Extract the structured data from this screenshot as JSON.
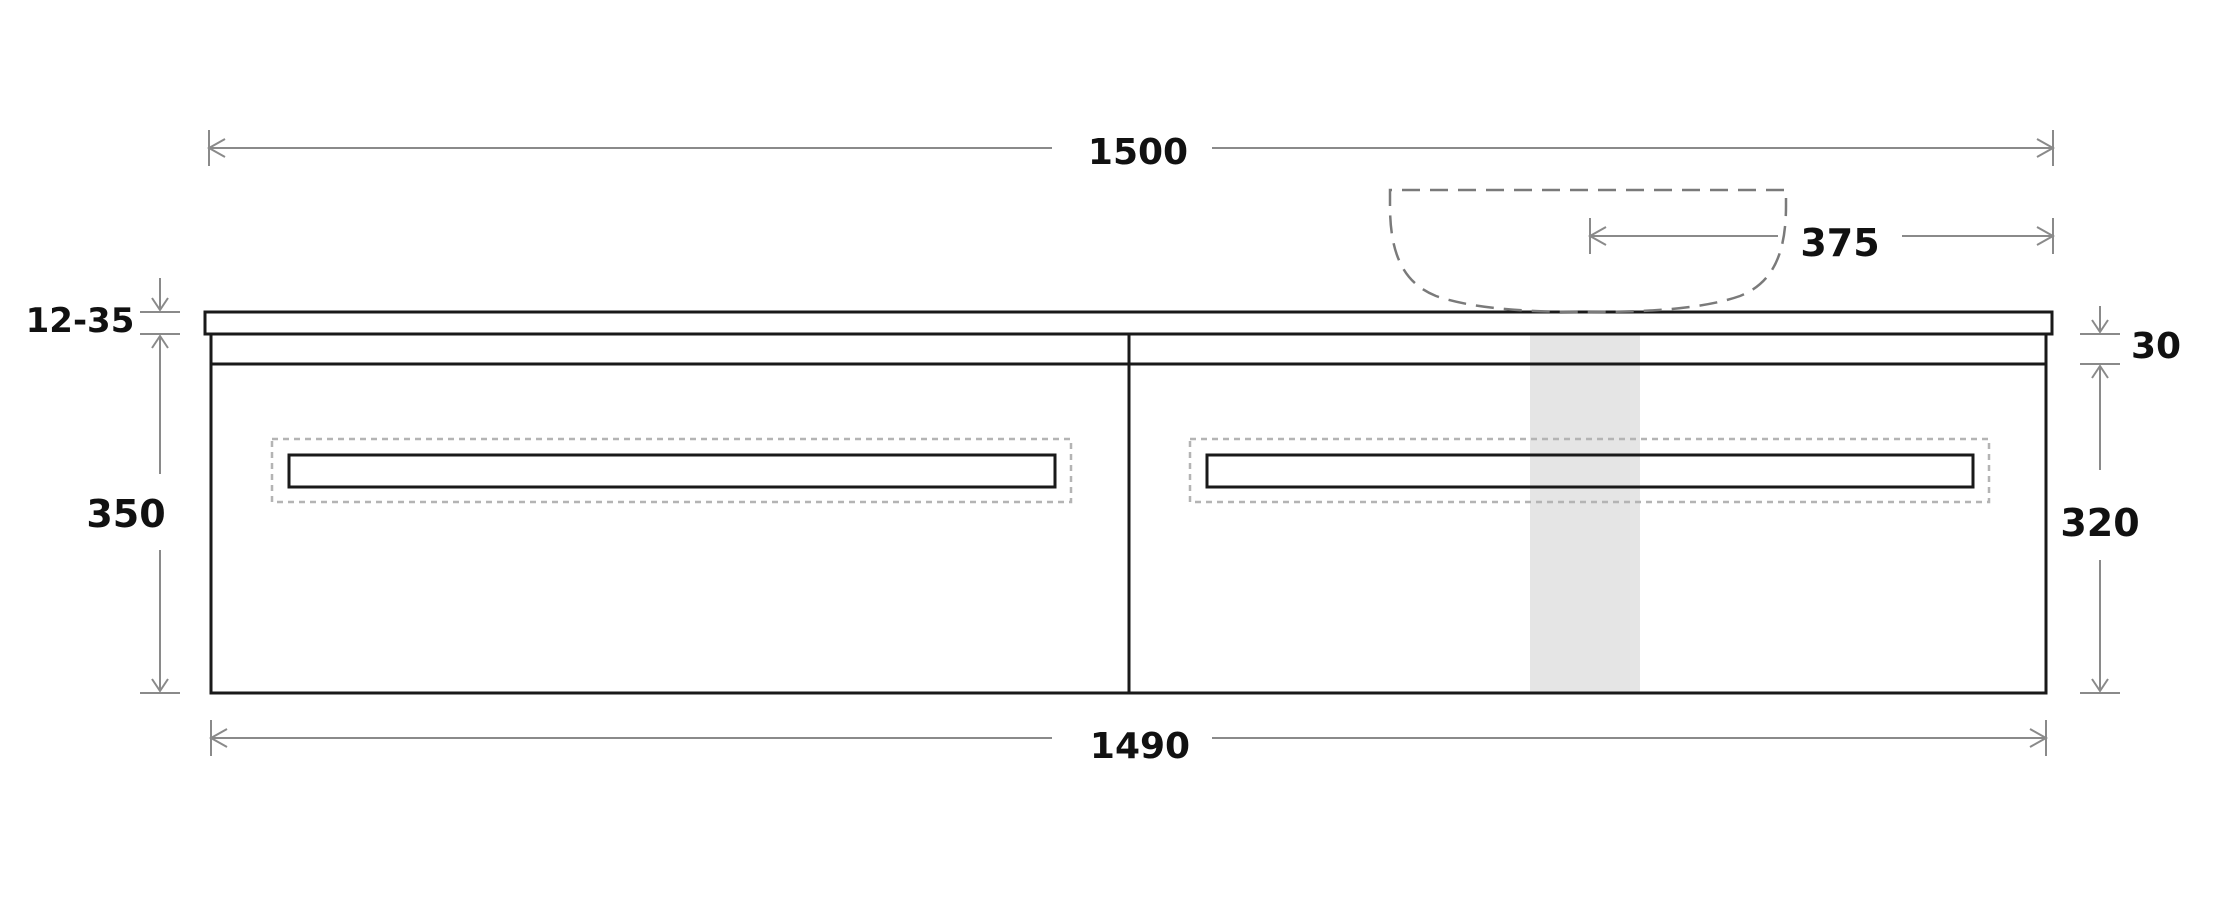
{
  "dimensions": {
    "overall_width": "1500",
    "cabinet_width": "1490",
    "basin_offset": "375",
    "top_thickness": "12-35",
    "cabinet_height": "350",
    "drawer_height": "320",
    "top_gap": "30"
  },
  "colors": {
    "outline": "#1a1a1a",
    "dimension_line": "#8a8a8a",
    "dashed_outline": "#b4b4b4",
    "plumbing_zone": "#e5e5e5"
  }
}
